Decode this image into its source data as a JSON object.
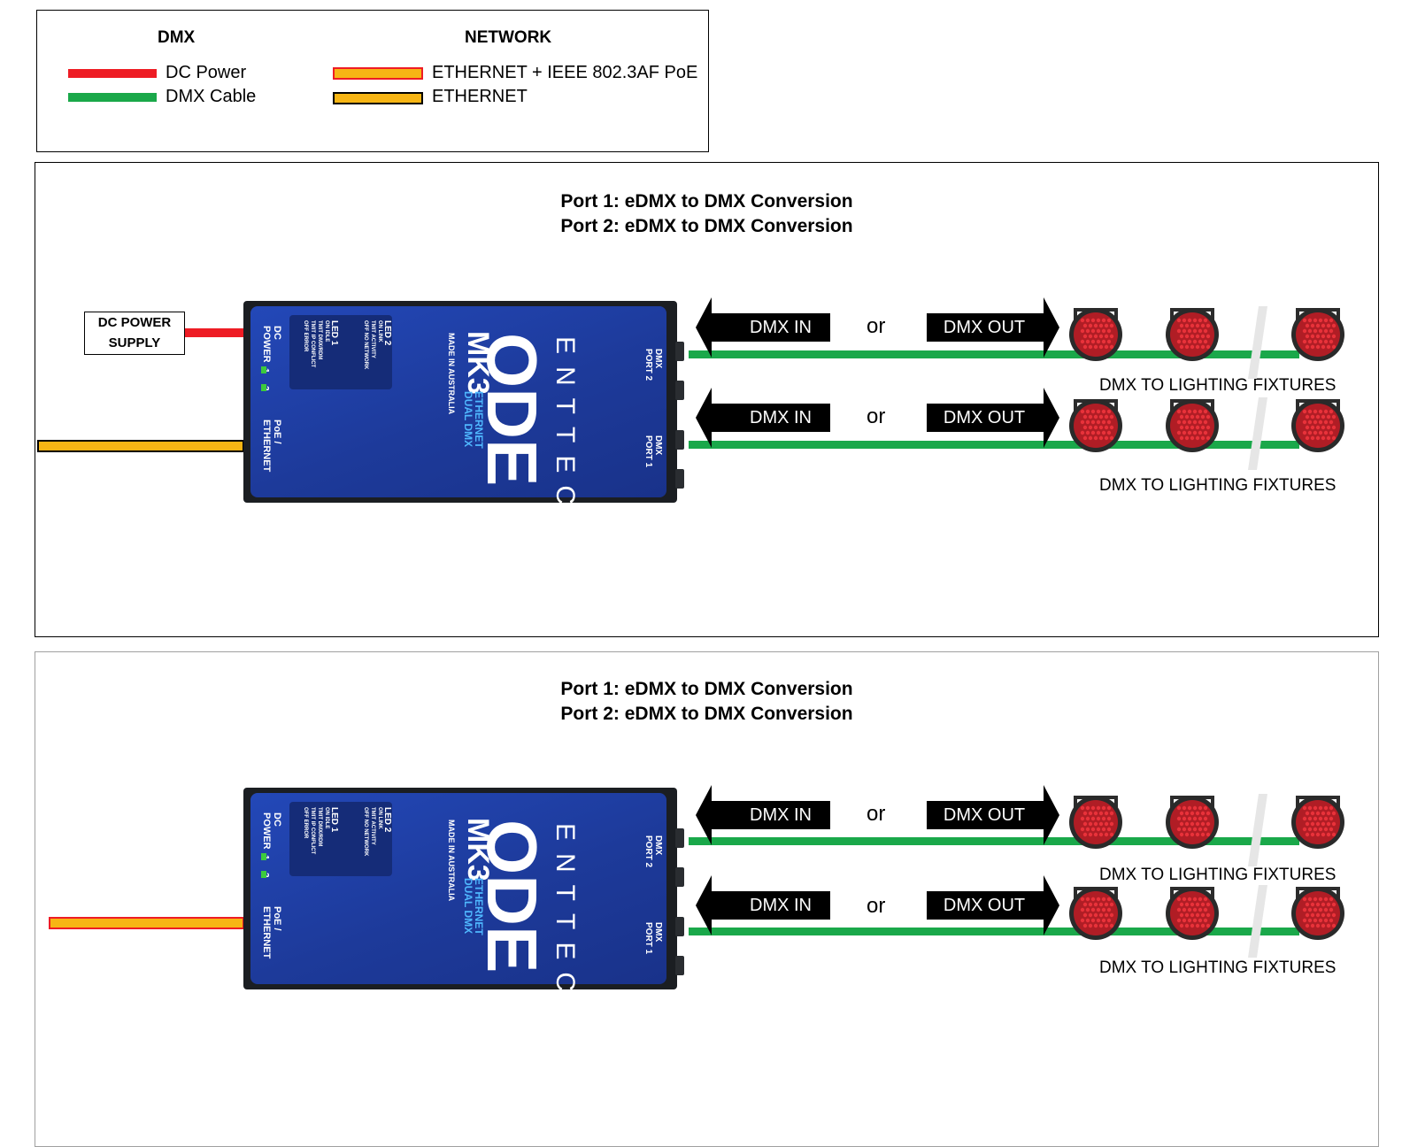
{
  "legend": {
    "dmx_heading": "DMX",
    "network_heading": "NETWORK",
    "dc_power": "DC Power",
    "dmx_cable": "DMX Cable",
    "eth_poe": "ETHERNET + IEEE 802.3AF PoE",
    "ethernet": "ETHERNET"
  },
  "colors": {
    "dc_power": "#ee1c24",
    "dmx_cable": "#1aa84a",
    "ethernet": "#f7b514",
    "poe_outline": "#ee1c24",
    "device_face": "#1f3a9b"
  },
  "panels": [
    {
      "title_1": "Port 1: eDMX to DMX Conversion",
      "title_2": "Port 2: eDMX to DMX Conversion",
      "psu_1": "DC POWER",
      "psu_2": "SUPPLY",
      "rows": [
        {
          "in": "DMX IN",
          "or": "or",
          "out": "DMX OUT",
          "fixtures": "DMX TO LIGHTING FIXTURES"
        },
        {
          "in": "DMX IN",
          "or": "or",
          "out": "DMX OUT",
          "fixtures": "DMX TO LIGHTING FIXTURES"
        }
      ]
    },
    {
      "title_1": "Port 1: eDMX to DMX Conversion",
      "title_2": "Port 2: eDMX to DMX Conversion",
      "rows": [
        {
          "in": "DMX IN",
          "or": "or",
          "out": "DMX OUT",
          "fixtures": "DMX TO LIGHTING FIXTURES"
        },
        {
          "in": "DMX IN",
          "or": "or",
          "out": "DMX OUT",
          "fixtures": "DMX TO LIGHTING FIXTURES"
        }
      ]
    }
  ],
  "device": {
    "brand": "ENTTEC",
    "model": "ODE",
    "version": "MK3",
    "type_1": "ETHERNET",
    "type_2": "DUAL DMX",
    "made_in": "MADE IN AUSTRALIA",
    "dc_power_1": "DC",
    "dc_power_2": "POWER",
    "poe_1": "PoE /",
    "poe_2": "ETHERNET",
    "led1_title": "LED 1",
    "led1_items": [
      "ON IDLE",
      "TMIT DMX/RDM",
      "TMIT IP CONFLICT",
      "OFF ERROR"
    ],
    "led2_title": "LED 2",
    "led2_items": [
      "ON LINK",
      "TMIT ACTIVITY",
      "OFF NO NETWORK"
    ],
    "port_1": "1",
    "port_2": "2",
    "dmx_port2_1": "DMX",
    "dmx_port2_2": "PORT 2",
    "dmx_port1_1": "DMX",
    "dmx_port1_2": "PORT 1"
  }
}
